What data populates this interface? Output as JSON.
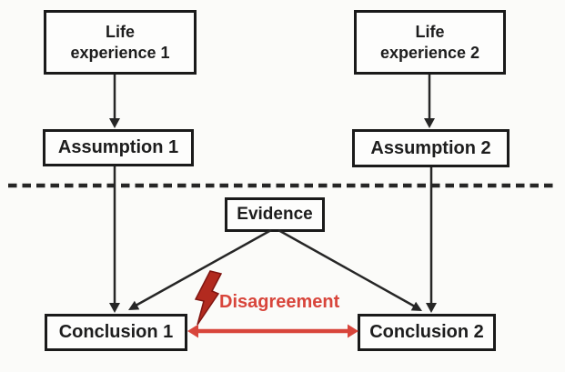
{
  "nodes": {
    "life_experience_1": {
      "line1": "Life",
      "line2": "experience 1"
    },
    "life_experience_2": {
      "line1": "Life",
      "line2": "experience 2"
    },
    "assumption_1": {
      "label": "Assumption 1"
    },
    "assumption_2": {
      "label": "Assumption 2"
    },
    "evidence": {
      "label": "Evidence"
    },
    "conclusion_1": {
      "label": "Conclusion 1"
    },
    "conclusion_2": {
      "label": "Conclusion 2"
    }
  },
  "annotations": {
    "disagreement_label": "Disagreement",
    "lightning_bolt_icon": "lightning-bolt-icon"
  },
  "edges": [
    {
      "from": "life_experience_1",
      "to": "assumption_1",
      "style": "black-arrow"
    },
    {
      "from": "life_experience_2",
      "to": "assumption_2",
      "style": "black-arrow"
    },
    {
      "from": "assumption_1",
      "to": "conclusion_1",
      "style": "black-arrow"
    },
    {
      "from": "assumption_2",
      "to": "conclusion_2",
      "style": "black-arrow"
    },
    {
      "from": "evidence",
      "to": "conclusion_1",
      "style": "black-arrow"
    },
    {
      "from": "evidence",
      "to": "conclusion_2",
      "style": "black-arrow"
    },
    {
      "from": "conclusion_1",
      "to": "conclusion_2",
      "style": "red-double-arrow",
      "label": "Disagreement"
    }
  ],
  "separator": {
    "type": "dashed-horizontal-line"
  },
  "colors": {
    "box_border": "#1a1a1a",
    "text": "#1d1d1d",
    "line": "#262626",
    "accent_red": "#d8453b",
    "bolt_fill": "#b22a1f",
    "bolt_outline": "#7f1511",
    "background": "#fbfbf9"
  }
}
